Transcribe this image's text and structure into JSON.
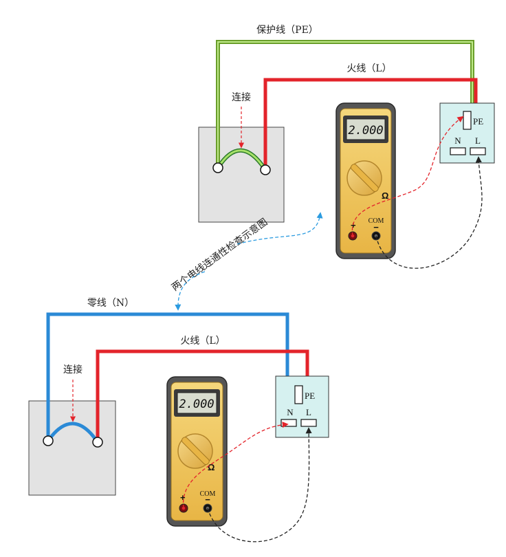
{
  "title": "两个电线连通性检查示意图",
  "upper": {
    "pe_wire_label": "保护线（PE）",
    "live_wire_label": "火线（L）",
    "connect_label": "连接",
    "meter": {
      "display": "2.000",
      "ohm_symbol": "Ω",
      "plus": "+",
      "com": "COM",
      "minus": "−"
    },
    "socket": {
      "pe": "PE",
      "n": "N",
      "l": "L"
    }
  },
  "lower": {
    "neutral_wire_label": "零线（N）",
    "live_wire_label": "火线（L）",
    "connect_label": "连接",
    "meter": {
      "display": "2.000",
      "ohm_symbol": "Ω",
      "plus": "+",
      "com": "COM",
      "minus": "−"
    },
    "socket": {
      "pe": "PE",
      "n": "N",
      "l": "L"
    }
  },
  "colors": {
    "pe_wire": "#8ed23c",
    "live_wire": "#e3242b",
    "neutral_wire": "#2b8ad6",
    "title_arrow": "#2b9be0",
    "probe_red": "#e3242b",
    "probe_black": "#222222",
    "socket_fill": "#d6f1f0",
    "box_fill": "#e3e3e3",
    "meter_body": "#555555",
    "meter_face": "#f1c65b"
  }
}
